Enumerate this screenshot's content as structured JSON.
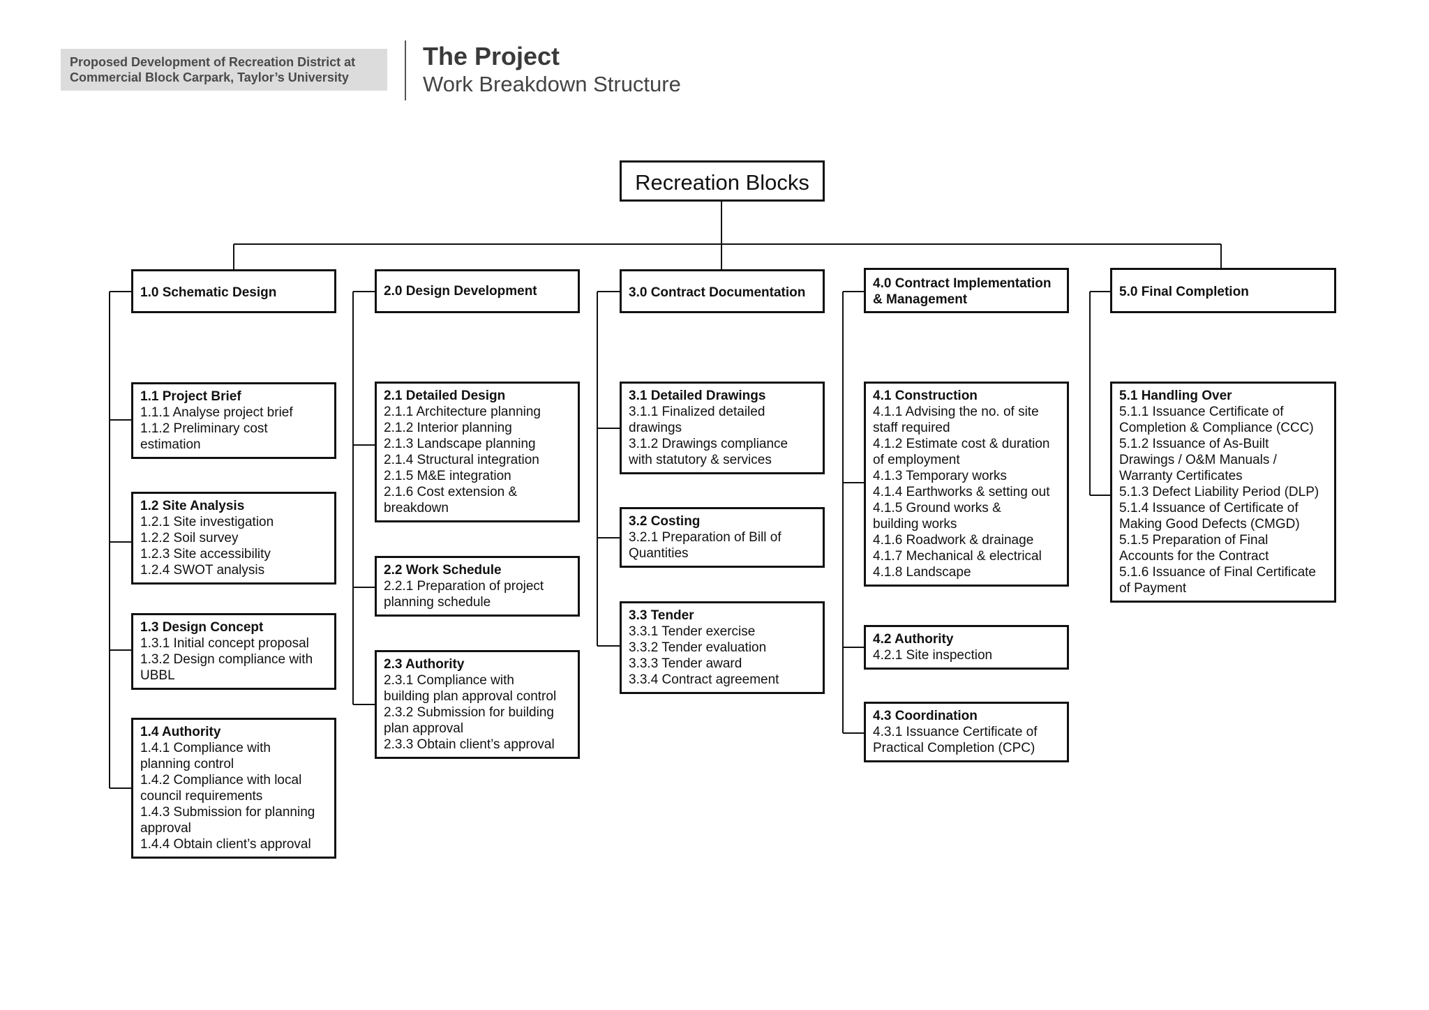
{
  "header": {
    "project_lines": [
      "Proposed Development of Recreation District at",
      "Commercial Block Carpark, Taylor’s University"
    ],
    "title": "The Project",
    "subtitle": "Work Breakdown Structure"
  },
  "wbs": {
    "root": "Recreation Blocks",
    "columns": [
      {
        "heading_lines": [
          "1.0 Schematic Design"
        ],
        "items": [
          {
            "title": "1.1 Project Brief",
            "lines": [
              "1.1.1 Analyse project brief",
              "1.1.2 Preliminary cost",
              "estimation"
            ]
          },
          {
            "title": "1.2 Site Analysis",
            "lines": [
              "1.2.1 Site investigation",
              "1.2.2 Soil survey",
              "1.2.3 Site accessibility",
              "1.2.4 SWOT analysis"
            ]
          },
          {
            "title": "1.3 Design Concept",
            "lines": [
              "1.3.1 Initial concept proposal",
              "1.3.2 Design compliance with",
              "UBBL"
            ]
          },
          {
            "title": "1.4 Authority",
            "lines": [
              "1.4.1 Compliance with",
              "planning control",
              "1.4.2 Compliance with local",
              "council requirements",
              "1.4.3 Submission for planning",
              "approval",
              "1.4.4 Obtain client’s approval"
            ]
          }
        ]
      },
      {
        "heading_lines": [
          "2.0 Design Development"
        ],
        "items": [
          {
            "title": "2.1 Detailed Design",
            "lines": [
              "2.1.1 Architecture planning",
              "2.1.2 Interior planning",
              "2.1.3 Landscape planning",
              "2.1.4 Structural integration",
              "2.1.5 M&E integration",
              "2.1.6 Cost extension &",
              "breakdown"
            ]
          },
          {
            "title": "2.2 Work Schedule",
            "lines": [
              "2.2.1 Preparation of project",
              "planning schedule"
            ]
          },
          {
            "title": "2.3 Authority",
            "lines": [
              "2.3.1 Compliance with",
              "building plan approval control",
              "2.3.2 Submission for building",
              "plan approval",
              "2.3.3 Obtain client’s approval"
            ]
          }
        ]
      },
      {
        "heading_lines": [
          "3.0 Contract Documentation"
        ],
        "items": [
          {
            "title": "3.1 Detailed Drawings",
            "lines": [
              "3.1.1 Finalized detailed",
              "drawings",
              "3.1.2 Drawings compliance",
              "with statutory & services"
            ]
          },
          {
            "title": "3.2 Costing",
            "lines": [
              "3.2.1 Preparation of Bill of",
              "Quantities"
            ]
          },
          {
            "title": "3.3 Tender",
            "lines": [
              "3.3.1 Tender exercise",
              "3.3.2 Tender evaluation",
              "3.3.3 Tender award",
              "3.3.4 Contract agreement"
            ]
          }
        ]
      },
      {
        "heading_lines": [
          "4.0 Contract Implementation",
          "& Management"
        ],
        "items": [
          {
            "title": "4.1 Construction",
            "lines": [
              "4.1.1 Advising the no. of site",
              "staff required",
              "4.1.2 Estimate cost & duration",
              "of employment",
              "4.1.3 Temporary works",
              "4.1.4 Earthworks & setting out",
              "4.1.5 Ground works &",
              "building works",
              "4.1.6 Roadwork & drainage",
              "4.1.7 Mechanical & electrical",
              "4.1.8 Landscape"
            ]
          },
          {
            "title": "4.2 Authority",
            "lines": [
              "4.2.1 Site inspection"
            ]
          },
          {
            "title": "4.3 Coordination",
            "lines": [
              "4.3.1 Issuance Certificate of",
              "Practical Completion (CPC)"
            ]
          }
        ]
      },
      {
        "heading_lines": [
          "5.0 Final Completion"
        ],
        "items": [
          {
            "title": "5.1 Handling Over",
            "lines": [
              "5.1.1 Issuance Certificate of",
              "Completion & Compliance (CCC)",
              "5.1.2 Issuance of As-Built",
              "Drawings / O&M Manuals /",
              "Warranty Certificates",
              "5.1.3 Defect Liability Period (DLP)",
              "5.1.4 Issuance of Certificate of",
              "Making Good Defects (CMGD)",
              "5.1.5 Preparation of Final",
              "Accounts for the Contract",
              "5.1.6 Issuance of Final Certificate",
              "of Payment"
            ]
          }
        ]
      }
    ]
  }
}
